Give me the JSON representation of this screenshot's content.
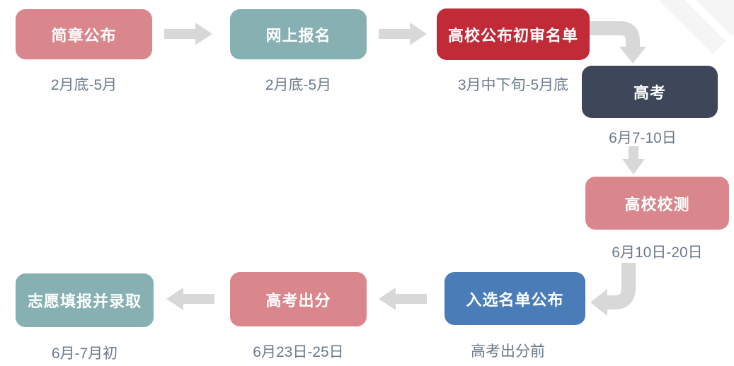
{
  "diagram": {
    "type": "flowchart",
    "topic": "college admission process timeline",
    "steps": [
      {
        "label": "简章公布",
        "date": "2月底-5月",
        "color": "#d9868c"
      },
      {
        "label": "网上报名",
        "date": "2月底-5月",
        "color": "#87b0b3"
      },
      {
        "label": "高校公布初审名单",
        "date": "3月中下旬-5月底",
        "color": "#c12b38"
      },
      {
        "label": "高考",
        "date": "6月7-10日",
        "color": "#3d4759"
      },
      {
        "label": "高校校测",
        "date": "6月10日-20日",
        "color": "#d9868c"
      },
      {
        "label": "入选名单公布",
        "date": "高考出分前",
        "color": "#4a7db8"
      },
      {
        "label": "高考出分",
        "date": "6月23日-25日",
        "color": "#d9868c"
      },
      {
        "label": "志愿填报并录取",
        "date": "6月-7月初",
        "color": "#87b0b3"
      }
    ],
    "arrows": [
      {
        "from": 1,
        "to": 2,
        "shape": "right"
      },
      {
        "from": 2,
        "to": 3,
        "shape": "right"
      },
      {
        "from": 3,
        "to": 4,
        "shape": "elbow-right-down"
      },
      {
        "from": 4,
        "to": 5,
        "shape": "down"
      },
      {
        "from": 5,
        "to": 6,
        "shape": "elbow-down-left"
      },
      {
        "from": 6,
        "to": 7,
        "shape": "left"
      },
      {
        "from": 7,
        "to": 8,
        "shape": "left"
      }
    ],
    "colors": {
      "arrow": "#d8d8d8",
      "date_text": "#6b7a8c",
      "box_text": "#ffffff",
      "decoration": "#f5f5f6"
    }
  }
}
